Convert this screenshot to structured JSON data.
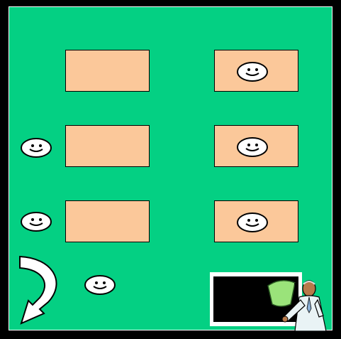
{
  "slide": {
    "background_color": "#04D083",
    "frame_color": "#000000",
    "box_color": "#FBC89A"
  },
  "boxes": [
    {
      "id": "box-row1-left",
      "has_smiley": false
    },
    {
      "id": "box-row1-right",
      "has_smiley": true
    },
    {
      "id": "box-row2-left",
      "has_smiley": false
    },
    {
      "id": "box-row2-right",
      "has_smiley": true
    },
    {
      "id": "box-row3-left",
      "has_smiley": false
    },
    {
      "id": "box-row3-right",
      "has_smiley": true
    }
  ],
  "icons": {
    "smiley": "smiley-face-icon",
    "arrow": "curved-return-arrow-icon",
    "presenter": "presenter-clipart-icon",
    "board": "blackboard-icon"
  }
}
